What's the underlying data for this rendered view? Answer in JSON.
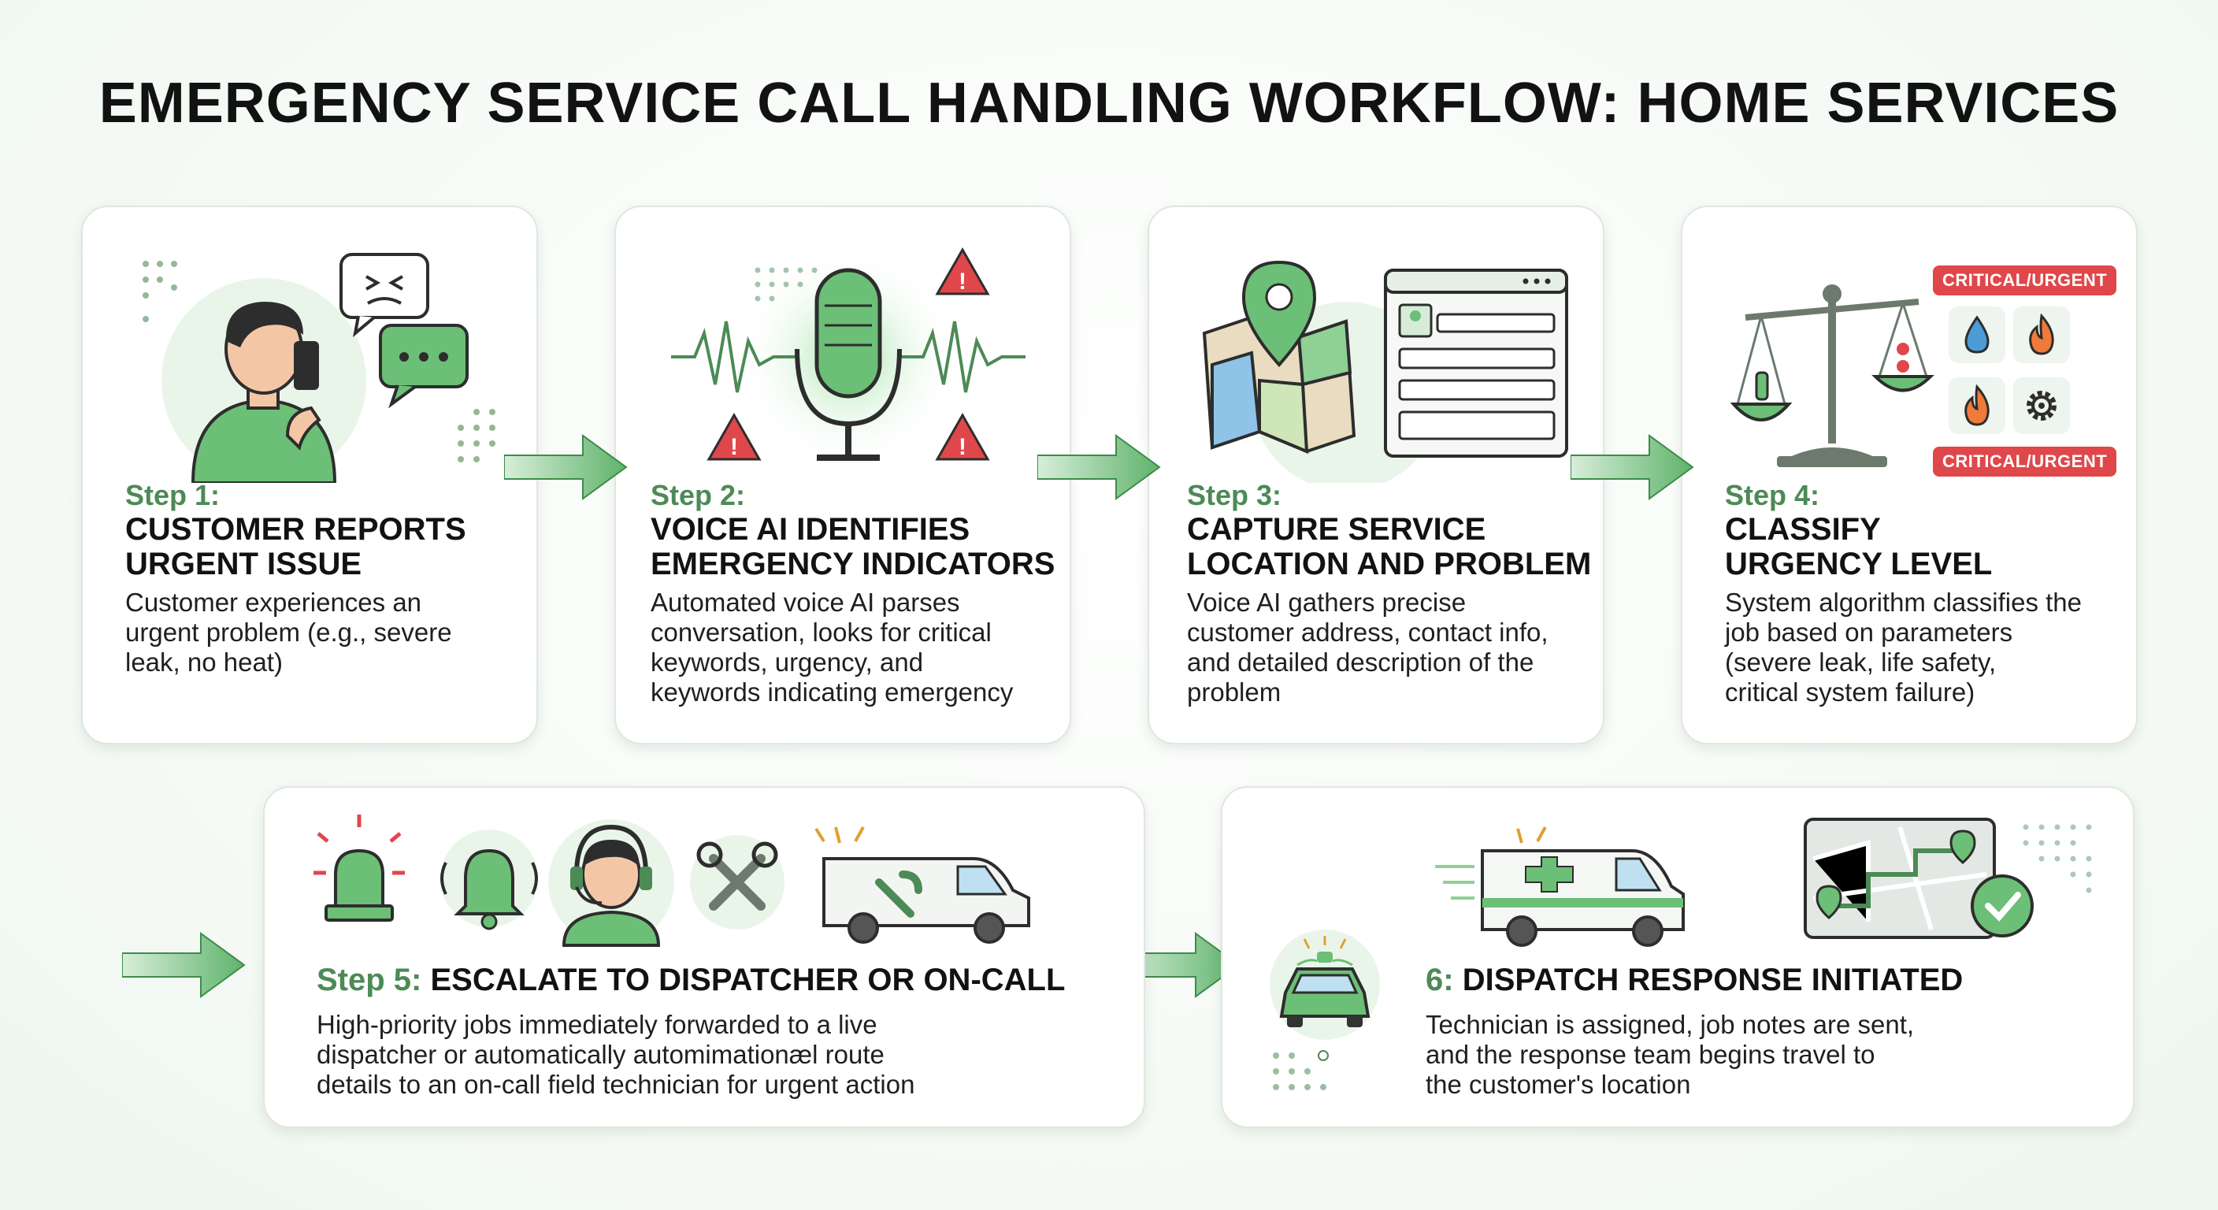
{
  "title": "EMERGENCY SERVICE CALL HANDLING WORKFLOW: HOME SERVICES",
  "steps": [
    {
      "label": "Step 1:",
      "title_l1": "CUSTOMER REPORTS",
      "title_l2": "URGENT ISSUE",
      "desc": [
        "Customer experiences an",
        "urgent problem (e.g., severe",
        "leak, no heat)"
      ]
    },
    {
      "label": "Step 2:",
      "title_l1": "VOICE AI IDENTIFIES",
      "title_l2": "EMERGENCY INDICATORS",
      "desc": [
        "Automated voice AI parses",
        "conversation, looks for critical",
        "keywords, urgency, and",
        "keywords indicating emergency"
      ]
    },
    {
      "label": "Step 3:",
      "title_l1": "CAPTURE SERVICE",
      "title_l2": "LOCATION AND PROBLEM",
      "desc": [
        "Voice AI gathers precise",
        "customer address, contact info,",
        "and detailed description of the",
        "problem"
      ]
    },
    {
      "label": "Step 4:",
      "title_l1": "CLASSIFY",
      "title_l2": "URGENCY LEVEL",
      "desc": [
        "System algorithm classifies the",
        "job based on parameters",
        "(severe leak, life safety,",
        "critical system failure)"
      ],
      "badges": [
        "CRITICAL/URGENT",
        "CRITICAL/URGENT"
      ]
    },
    {
      "label": "Step 5:",
      "title": "ESCALATE TO DISPATCHER OR ON-CALL",
      "desc": [
        "High-priority jobs immediately forwarded to a live",
        "dispatcher or automatically automimationæl route",
        "details to an on-call field technician for urgent action"
      ]
    },
    {
      "label": "6:",
      "title": "DISPATCH RESPONSE INITIATED",
      "desc": [
        "Technician is assigned, job notes are sent,",
        "and the response team begins travel to",
        "the customer's location"
      ]
    }
  ],
  "icons": {
    "step1": [
      "person-phone-icon",
      "angry-speech-bubble-icon",
      "typing-speech-bubble-icon"
    ],
    "step2": [
      "microphone-icon",
      "sound-wave-icon",
      "warning-icon"
    ],
    "step3": [
      "map-icon",
      "location-pin-icon",
      "form-window-icon"
    ],
    "step4": [
      "balance-scale-icon",
      "water-drop-icon",
      "flame-icon",
      "gear-icon"
    ],
    "step5": [
      "siren-icon",
      "bell-icon",
      "dispatcher-headset-icon",
      "tools-icon",
      "service-van-icon"
    ],
    "step6": [
      "ambulance-icon",
      "route-map-icon",
      "checkmark-icon",
      "car-icon"
    ]
  },
  "colors": {
    "accent_green": "#4c8a56",
    "icon_green": "#6cbf76",
    "alert_red": "#e0474a",
    "card_border": "#dfe7df"
  }
}
